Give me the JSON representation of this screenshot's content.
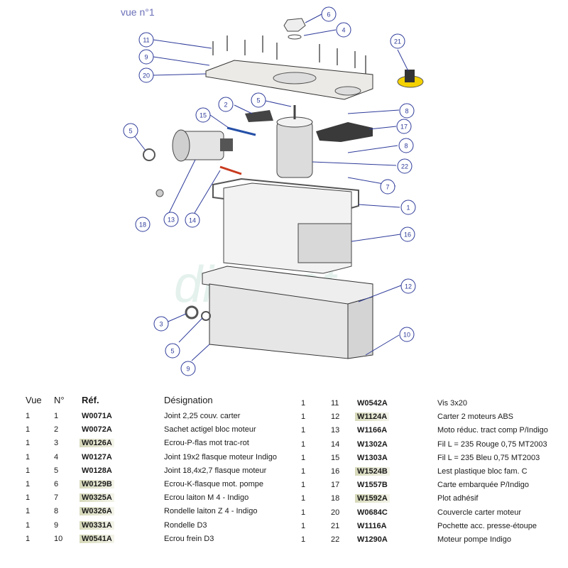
{
  "title": "vue n°1",
  "watermark": "distrijet",
  "callouts": [
    "6",
    "4",
    "11",
    "9",
    "20",
    "21",
    "5",
    "2",
    "15",
    "8",
    "17",
    "5",
    "8",
    "22",
    "7",
    "18",
    "13",
    "14",
    "1",
    "16",
    "12",
    "3",
    "5",
    "10",
    "9"
  ],
  "table": {
    "headers": {
      "vue": "Vue",
      "num": "N°",
      "ref": "Réf.",
      "des": "Désignation"
    },
    "highlight_color": "#d7d9b9",
    "rows": [
      {
        "vue": "1",
        "num": "1",
        "ref": "W0071A",
        "des": "Joint 2,25 couv. carter",
        "hl": false
      },
      {
        "vue": "1",
        "num": "2",
        "ref": "W0072A",
        "des": "Sachet actigel bloc moteur",
        "hl": false
      },
      {
        "vue": "1",
        "num": "3",
        "ref": "W0126A",
        "des": "Ecrou-P-flas mot trac-rot",
        "hl": true
      },
      {
        "vue": "1",
        "num": "4",
        "ref": "W0127A",
        "des": "Joint 19x2 flasque moteur Indigo",
        "hl": false
      },
      {
        "vue": "1",
        "num": "5",
        "ref": "W0128A",
        "des": "Joint 18,4x2,7 flasque moteur",
        "hl": false
      },
      {
        "vue": "1",
        "num": "6",
        "ref": "W0129B",
        "des": "Ecrou-K-flasque mot. pompe",
        "hl": true
      },
      {
        "vue": "1",
        "num": "7",
        "ref": "W0325A",
        "des": "Ecrou laiton M 4 - Indigo",
        "hl": true
      },
      {
        "vue": "1",
        "num": "8",
        "ref": "W0326A",
        "des": "Rondelle laiton Z 4 - Indigo",
        "hl": true
      },
      {
        "vue": "1",
        "num": "9",
        "ref": "W0331A",
        "des": "Rondelle D3",
        "hl": true
      },
      {
        "vue": "1",
        "num": "10",
        "ref": "W0541A",
        "des": "Ecrou frein D3",
        "hl": true
      },
      {
        "vue": "1",
        "num": "11",
        "ref": "W0542A",
        "des": "Vis 3x20",
        "hl": false
      },
      {
        "vue": "1",
        "num": "12",
        "ref": "W1124A",
        "des": "Carter 2 moteurs ABS",
        "hl": true
      },
      {
        "vue": "1",
        "num": "13",
        "ref": "W1166A",
        "des": "Moto réduc. tract comp P/Indigo",
        "hl": false
      },
      {
        "vue": "1",
        "num": "14",
        "ref": "W1302A",
        "des": "Fil L = 235 Rouge 0,75 MT2003",
        "hl": false
      },
      {
        "vue": "1",
        "num": "15",
        "ref": "W1303A",
        "des": "Fil L = 235 Bleu 0,75 MT2003",
        "hl": false
      },
      {
        "vue": "1",
        "num": "16",
        "ref": "W1524B",
        "des": "Lest plastique bloc fam. C",
        "hl": true
      },
      {
        "vue": "1",
        "num": "17",
        "ref": "W1557B",
        "des": "Carte embarquée P/Indigo",
        "hl": false
      },
      {
        "vue": "1",
        "num": "18",
        "ref": "W1592A",
        "des": "Plot adhésif",
        "hl": true
      },
      {
        "vue": "1",
        "num": "20",
        "ref": "W0684C",
        "des": "Couvercle carter  moteur",
        "hl": false
      },
      {
        "vue": "1",
        "num": "21",
        "ref": "W1116A",
        "des": "Pochette acc. presse-étoupe",
        "hl": false
      },
      {
        "vue": "1",
        "num": "22",
        "ref": "W1290A",
        "des": "Moteur pompe Indigo",
        "hl": false
      }
    ]
  }
}
